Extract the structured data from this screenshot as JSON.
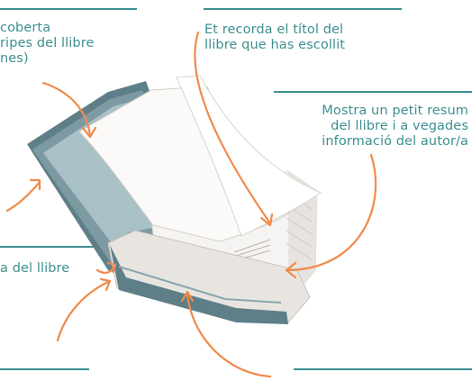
{
  "colors": {
    "teal": "#3e8f91",
    "arrow": "#f08a4b",
    "cover_dark": "#5f7f88",
    "cover_mid": "#7d9aa2",
    "cover_light": "#a9c0c6",
    "page": "#f6f4f2",
    "page_shadow": "#e7e3df",
    "ink": "#2f3b40"
  },
  "labels": {
    "cover_top_left": [
      "coberta",
      "ripes del llibre",
      "nes)"
    ],
    "title_top_right": [
      "Et recorda el títol del",
      "llibre que has escollit"
    ],
    "summary_right": [
      "Mostra un petit resum",
      "del llibre i a vegades",
      "informació del autor/a"
    ],
    "spine_left": "a del llibre"
  }
}
